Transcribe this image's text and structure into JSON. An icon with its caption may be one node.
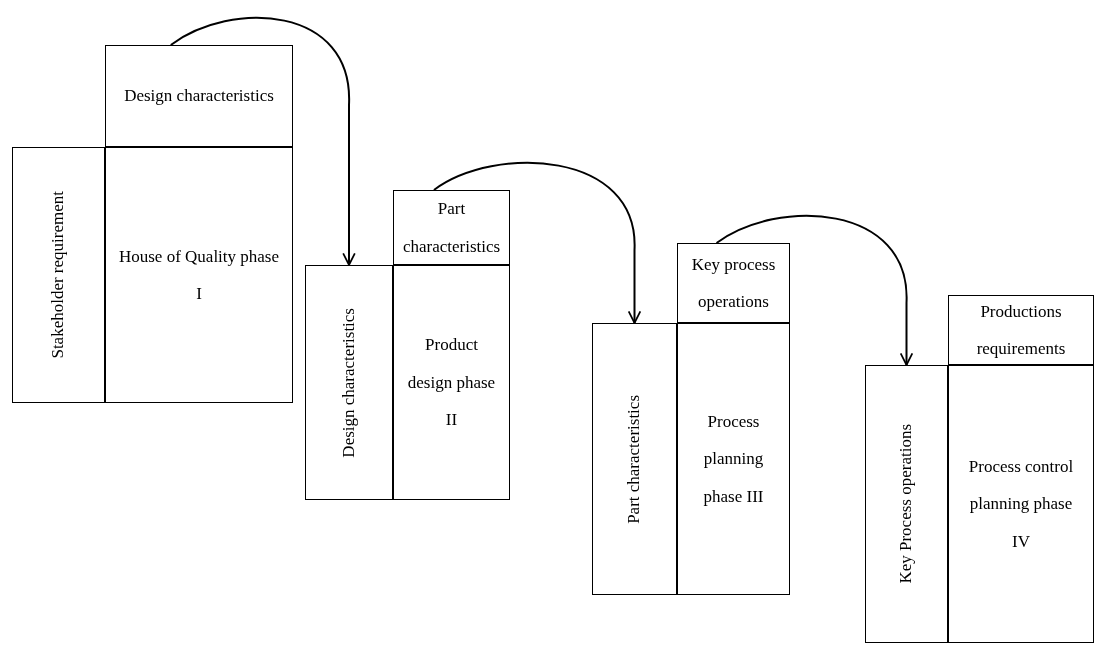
{
  "diagram": {
    "nodes": [
      {
        "text": [
          "Design characteristics"
        ]
      },
      {
        "text": [
          "Stakeholder requirement"
        ]
      },
      {
        "text": [
          "House of Quality phase I"
        ]
      },
      {
        "text": [
          "Part characteristics"
        ]
      },
      {
        "text": [
          "Design characteristics"
        ]
      },
      {
        "text": [
          "Product design phase II"
        ]
      },
      {
        "text": [
          "Key process operations"
        ]
      },
      {
        "text": [
          "Part characteristics"
        ]
      },
      {
        "text": [
          "Process planning phase III"
        ]
      },
      {
        "text": [
          "Productions requirements"
        ]
      },
      {
        "text": [
          "Key Process operations"
        ]
      },
      {
        "text": [
          "Process control planning phase IV"
        ]
      }
    ],
    "edges": [
      {
        "from": 0,
        "to": 4,
        "arrow": "to"
      },
      {
        "from": 3,
        "to": 7,
        "arrow": "to"
      },
      {
        "from": 6,
        "to": 10,
        "arrow": "to"
      }
    ]
  }
}
